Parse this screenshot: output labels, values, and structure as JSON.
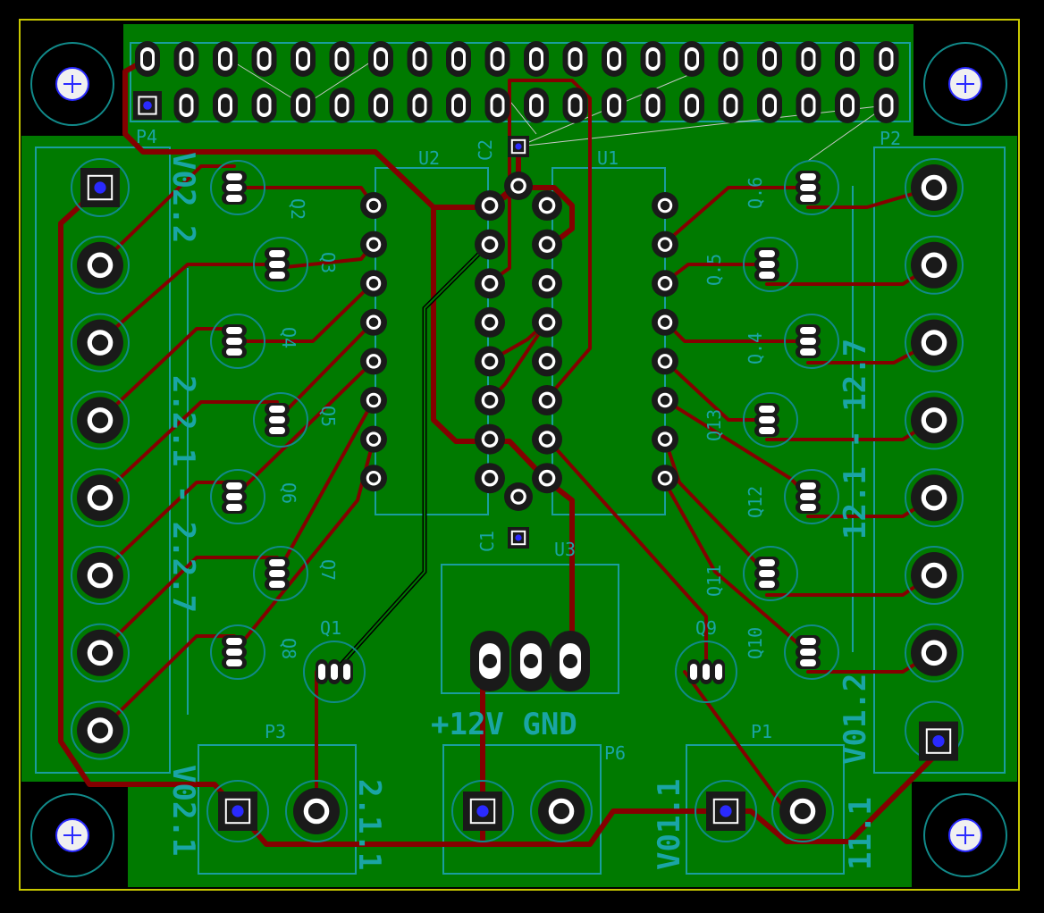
{
  "colors": {
    "background": "#000000",
    "copper_fill": "#007a00",
    "trace": "#840000",
    "silkscreen": "#1aa5a5",
    "pad_ring": "#1a1a1a",
    "edge": "#c8c800",
    "via_center": "#2a2aff"
  },
  "labels": {
    "p4": "P4",
    "p2": "P2",
    "u2": "U2",
    "u1": "U1",
    "u3": "U3",
    "c1": "C1",
    "c2": "C2",
    "p1": "P1",
    "p3": "P3",
    "p6": "P6",
    "q1": "Q1",
    "q2": "Q2",
    "q3": "Q3",
    "q4": "Q4",
    "q5": "Q5",
    "q6": "Q6",
    "q7": "Q7",
    "q8": "Q8",
    "q9": "Q9",
    "q10": "Q10",
    "q11": "Q11",
    "q12": "Q12",
    "q13": "Q13",
    "q14": "Q.4",
    "q15": "Q.5",
    "q16": "Q.6",
    "power": "+12V GND",
    "left_range": "V02.2 — 2.2.1 - 2.2.7",
    "v022": "V02.2",
    "l221": "2.2.1 - 2.2.7",
    "v021": "V02.1",
    "l211": "2.1.1",
    "v011": "V01.1",
    "l111": "11.1",
    "v012": "V01.2",
    "r121": "12.1 - 12.7"
  }
}
